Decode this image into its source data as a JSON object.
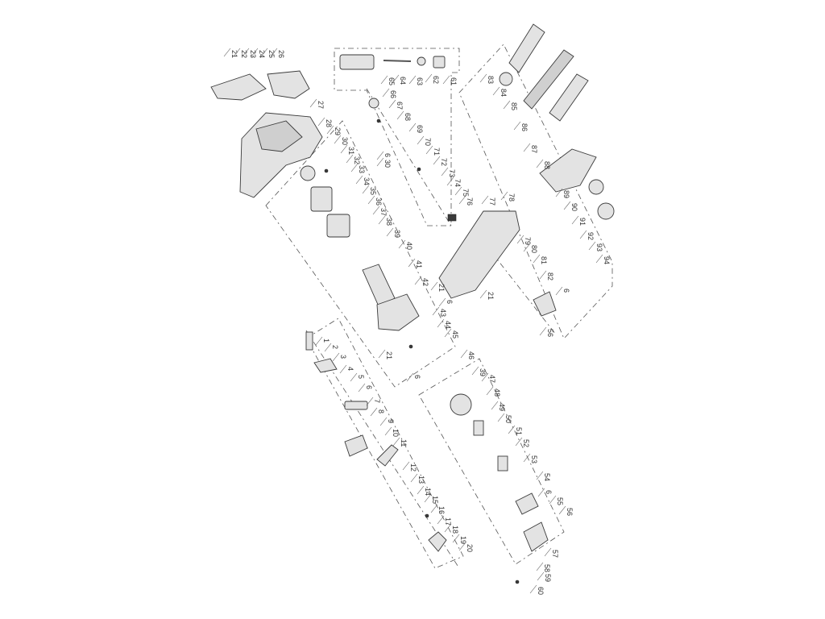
{
  "diagram": {
    "type": "exploded-parts-view",
    "part_numbers": [
      "1",
      "2",
      "3",
      "4",
      "5",
      "6",
      "7",
      "8",
      "9",
      "10",
      "11",
      "12",
      "13",
      "14",
      "15",
      "16",
      "17",
      "18",
      "19",
      "20",
      "21",
      "22",
      "23",
      "24",
      "25",
      "26",
      "27",
      "28",
      "29",
      "30",
      "31",
      "32",
      "33",
      "34",
      "35",
      "36",
      "37",
      "38",
      "39",
      "40",
      "41",
      "42",
      "43",
      "44",
      "45",
      "46",
      "47",
      "48",
      "49",
      "50",
      "51",
      "52",
      "53",
      "54",
      "55",
      "56",
      "57",
      "58",
      "59",
      "60",
      "61",
      "62",
      "63",
      "64",
      "65",
      "66",
      "67",
      "68",
      "69",
      "70",
      "71",
      "72",
      "73",
      "74",
      "75",
      "76",
      "77",
      "78",
      "79",
      "80",
      "81",
      "82",
      "83",
      "84",
      "85",
      "86",
      "87",
      "88",
      "89",
      "90",
      "91",
      "92",
      "93",
      "94"
    ],
    "repeated_callouts": [
      "6",
      "6",
      "6",
      "6",
      "6",
      "21",
      "21",
      "21",
      "30",
      "39",
      "56"
    ],
    "colors": {
      "line": "#3a3a3a",
      "fill": "#e3e3e3",
      "background": "#ffffff"
    }
  }
}
